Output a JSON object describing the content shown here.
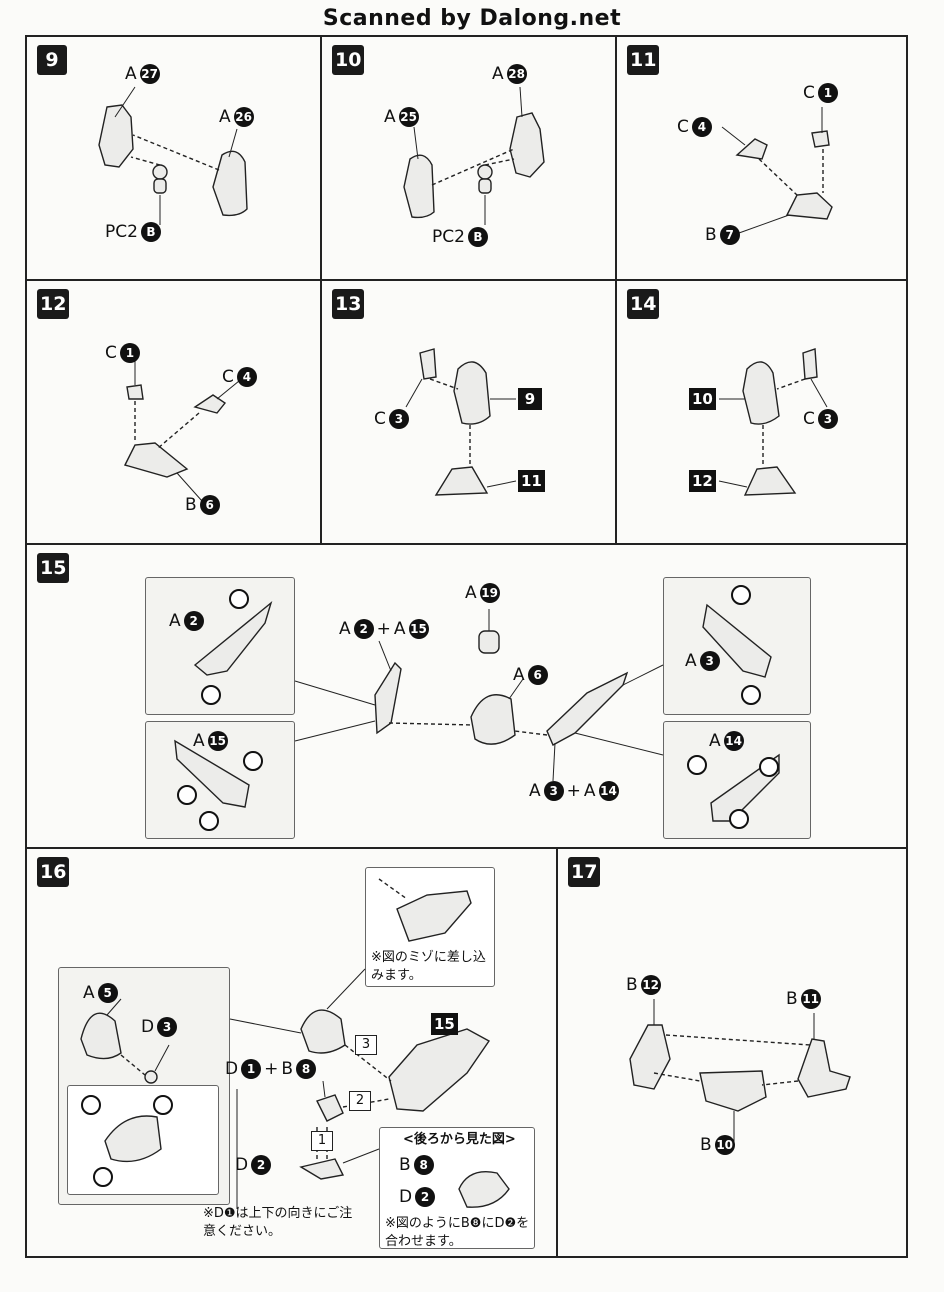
{
  "watermark": "Scanned by Dalong.net",
  "steps": {
    "s9": {
      "num": "9",
      "a27": "27",
      "a26": "26",
      "pc2": "PC2",
      "b": "B"
    },
    "s10": {
      "num": "10",
      "a25": "25",
      "a28": "28",
      "pc2": "PC2",
      "b": "B"
    },
    "s11": {
      "num": "11",
      "c1": "1",
      "c4": "4",
      "b7": "7"
    },
    "s12": {
      "num": "12",
      "c1": "1",
      "c4": "4",
      "b6": "6"
    },
    "s13": {
      "num": "13",
      "c3": "3",
      "ref9": "9",
      "ref11": "11"
    },
    "s14": {
      "num": "14",
      "c3": "3",
      "ref10": "10",
      "ref12": "12"
    },
    "s15": {
      "num": "15",
      "a2": "2",
      "a15": "15",
      "a19": "19",
      "a6": "6",
      "a3": "3",
      "a14": "14",
      "plus": "+"
    },
    "s16": {
      "num": "16",
      "a5": "5",
      "d3": "3",
      "d1": "1",
      "b8": "8",
      "d2": "2",
      "ref15": "15",
      "plus": "+",
      "box1": "1",
      "box2": "2",
      "box3": "3",
      "note_slot": "※図のミゾに差し込みます。",
      "rear_title": "<後ろから見た図>",
      "note_direction": "※D❶は上下の向きにご注意ください。",
      "note_align": "※図のようにB❽にD❷を合わせます。"
    },
    "s17": {
      "num": "17",
      "b12": "12",
      "b11": "11",
      "b10": "10"
    }
  },
  "letters": {
    "a": "A",
    "b": "B",
    "c": "C",
    "d": "D"
  }
}
